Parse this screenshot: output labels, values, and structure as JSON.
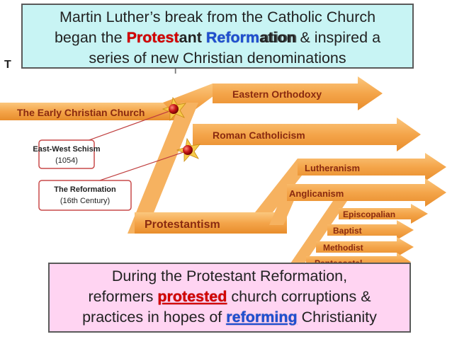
{
  "caption_top": {
    "line1": "Martin Luther’s break from the Catholic Church",
    "line2_before": "began the ",
    "line2_protest": "Protest",
    "line2_ant": "ant ",
    "line2_reform": "Reform",
    "line2_ation": "ation",
    "line2_ghost": "ation",
    "line2_after": " & inspired a",
    "line3": "series of new Christian denominations"
  },
  "caption_bottom": {
    "line1": "During the Protestant Reformation,",
    "line2_before": "reformers ",
    "line2_highlight": "protested",
    "line2_after": " church corruptions &",
    "line3_before": "practices in hopes of ",
    "line3_highlight": "reforming",
    "line3_after": " Christianity"
  },
  "diagram": {
    "title_fragment_left": "T",
    "title_fragment_mid": "I",
    "nodes": {
      "early_church": "The Early Christian Church",
      "eastern_orthodoxy": "Eastern Orthodoxy",
      "roman_catholicism": "Roman Catholicism",
      "protestantism": "Protestantism",
      "lutheranism": "Lutheranism",
      "anglicanism": "Anglicanism",
      "episcopalian": "Episcopalian",
      "baptist": "Baptist",
      "methodist": "Methodist",
      "pentecostal": "Pentecostal"
    },
    "events": {
      "schism_title": "East-West Schism",
      "schism_year": "(1054)",
      "reformation_title": "The Reformation",
      "reformation_year": "(16th Century)"
    }
  },
  "colors": {
    "top_box_bg": "#c8f4f4",
    "bottom_box_bg": "#ffd4f2",
    "arrow_fill": "#f4a54a",
    "arrow_label": "#8a2a10",
    "highlight_red": "#d40000",
    "highlight_blue": "#1f4fd0"
  }
}
